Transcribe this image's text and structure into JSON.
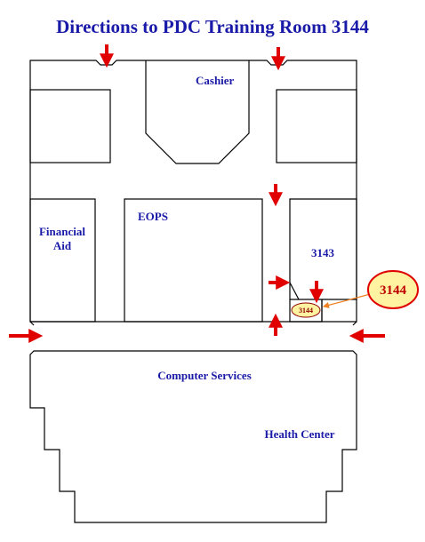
{
  "title": "Directions to PDC Training Room 3144",
  "rooms": {
    "cashier": "Cashier",
    "eops": "EOPS",
    "financial_aid_line1": "Financial",
    "financial_aid_line2": "Aid",
    "room_3143": "3143",
    "room_3144": "3144",
    "computer_services": "Computer Services",
    "health_center": "Health Center"
  },
  "callout_label": "3144",
  "colors": {
    "label_text": "#1a1aa8",
    "arrow": "#e00000",
    "callout_fill": "#fff2a0",
    "callout_border": "#e00000",
    "leader_line": "#f08020"
  }
}
